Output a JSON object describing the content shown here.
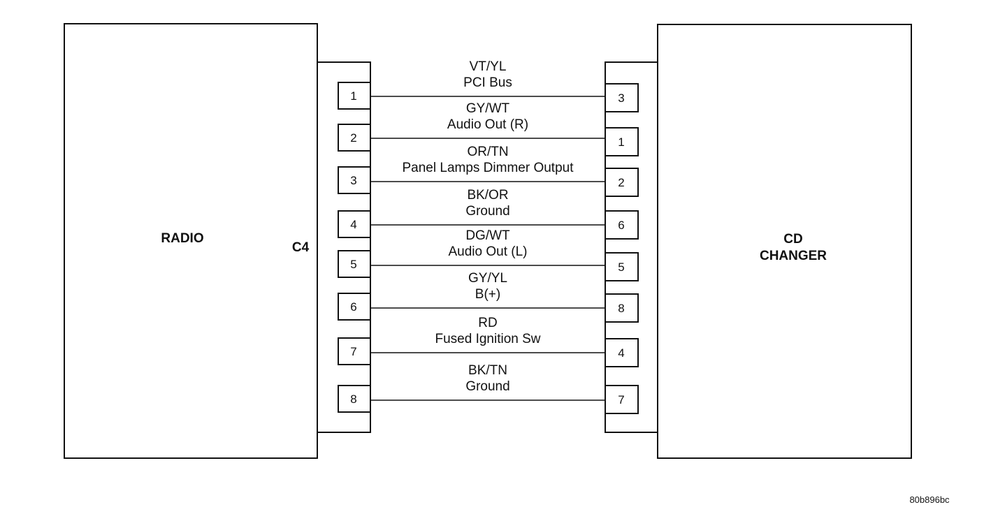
{
  "radio": {
    "label": "RADIO"
  },
  "connector": {
    "label": "C4"
  },
  "cd_changer": {
    "label_line1": "CD",
    "label_line2": "CHANGER"
  },
  "wires": [
    {
      "color": "VT/YL",
      "function": "PCI Bus",
      "radio_pin": "1",
      "cd_pin": "3"
    },
    {
      "color": "GY/WT",
      "function": "Audio Out (R)",
      "radio_pin": "2",
      "cd_pin": "1"
    },
    {
      "color": "OR/TN",
      "function": "Panel Lamps Dimmer Output",
      "radio_pin": "3",
      "cd_pin": "2"
    },
    {
      "color": "BK/OR",
      "function": "Ground",
      "radio_pin": "4",
      "cd_pin": "6"
    },
    {
      "color": "DG/WT",
      "function": "Audio Out (L)",
      "radio_pin": "5",
      "cd_pin": "5"
    },
    {
      "color": "GY/YL",
      "function": "B(+)",
      "radio_pin": "6",
      "cd_pin": "8"
    },
    {
      "color": "RD",
      "function": "Fused Ignition Sw",
      "radio_pin": "7",
      "cd_pin": "4"
    },
    {
      "color": "BK/TN",
      "function": "Ground",
      "radio_pin": "8",
      "cd_pin": "7"
    }
  ],
  "figure_id": "80b896bc"
}
